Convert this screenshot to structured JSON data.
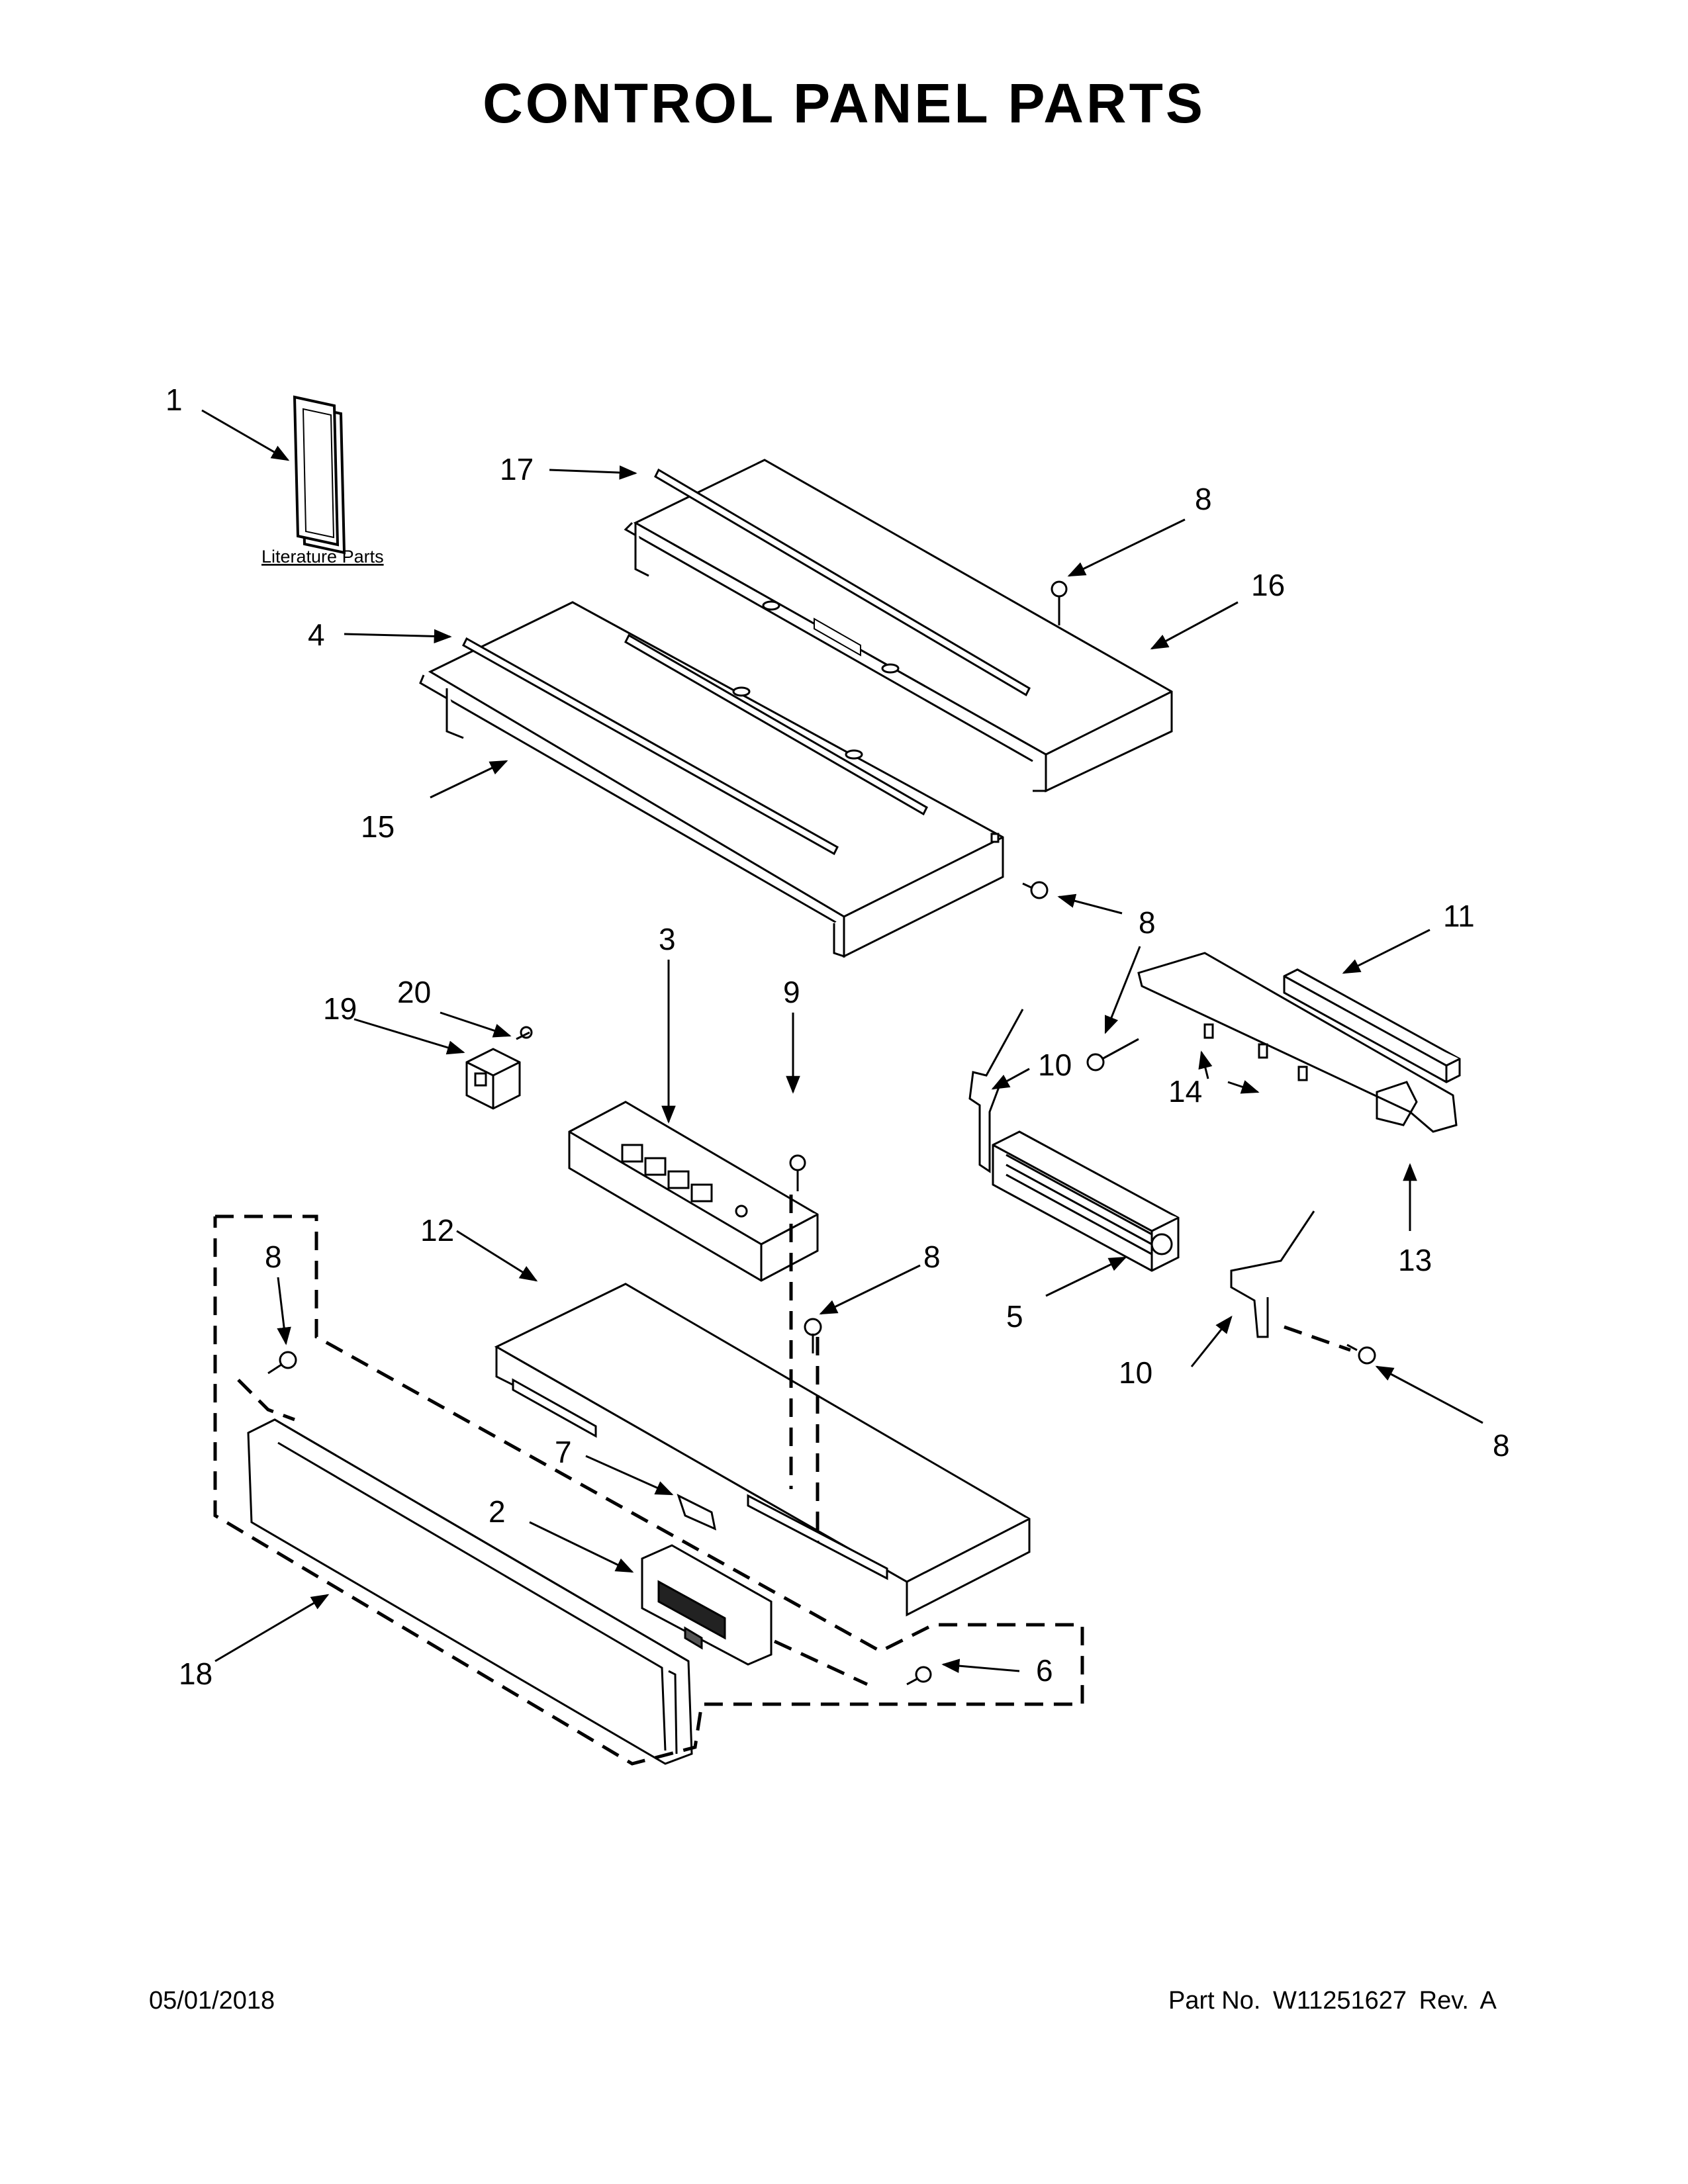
{
  "page": {
    "title": "CONTROL PANEL PARTS"
  },
  "diagram": {
    "literature_label": "Literature Parts",
    "callouts": [
      "1",
      "17",
      "8",
      "16",
      "4",
      "15",
      "8",
      "3",
      "9",
      "19",
      "20",
      "11",
      "10",
      "14",
      "13",
      "12",
      "8",
      "8",
      "5",
      "10",
      "8",
      "7",
      "2",
      "18",
      "6"
    ]
  },
  "footer": {
    "date": "05/01/2018",
    "part_no_label": "Part No.",
    "part_no_value": "W11251627",
    "rev_label": "Rev.",
    "rev_value": "A"
  }
}
